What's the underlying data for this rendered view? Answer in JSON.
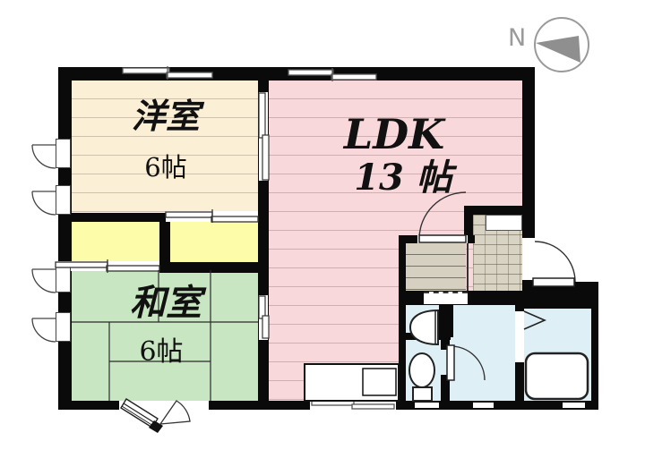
{
  "compass": {
    "label": "N"
  },
  "rooms": [
    {
      "id": "western-room",
      "name": "洋室",
      "size": "6帖",
      "color": "#FBF0D5"
    },
    {
      "id": "ldk",
      "name": "LDK",
      "size": "13 帖",
      "color": "#F9D8DB"
    },
    {
      "id": "japanese-room",
      "name": "和室",
      "size": "6帖",
      "color": "#C8E6C1"
    }
  ],
  "palette": {
    "closet": "#FDFCA8",
    "water": "#DEF0F6",
    "hall": "#D5D0C0",
    "tile": "#D8D3C2",
    "compass_arrow": "#8F8F8F"
  }
}
